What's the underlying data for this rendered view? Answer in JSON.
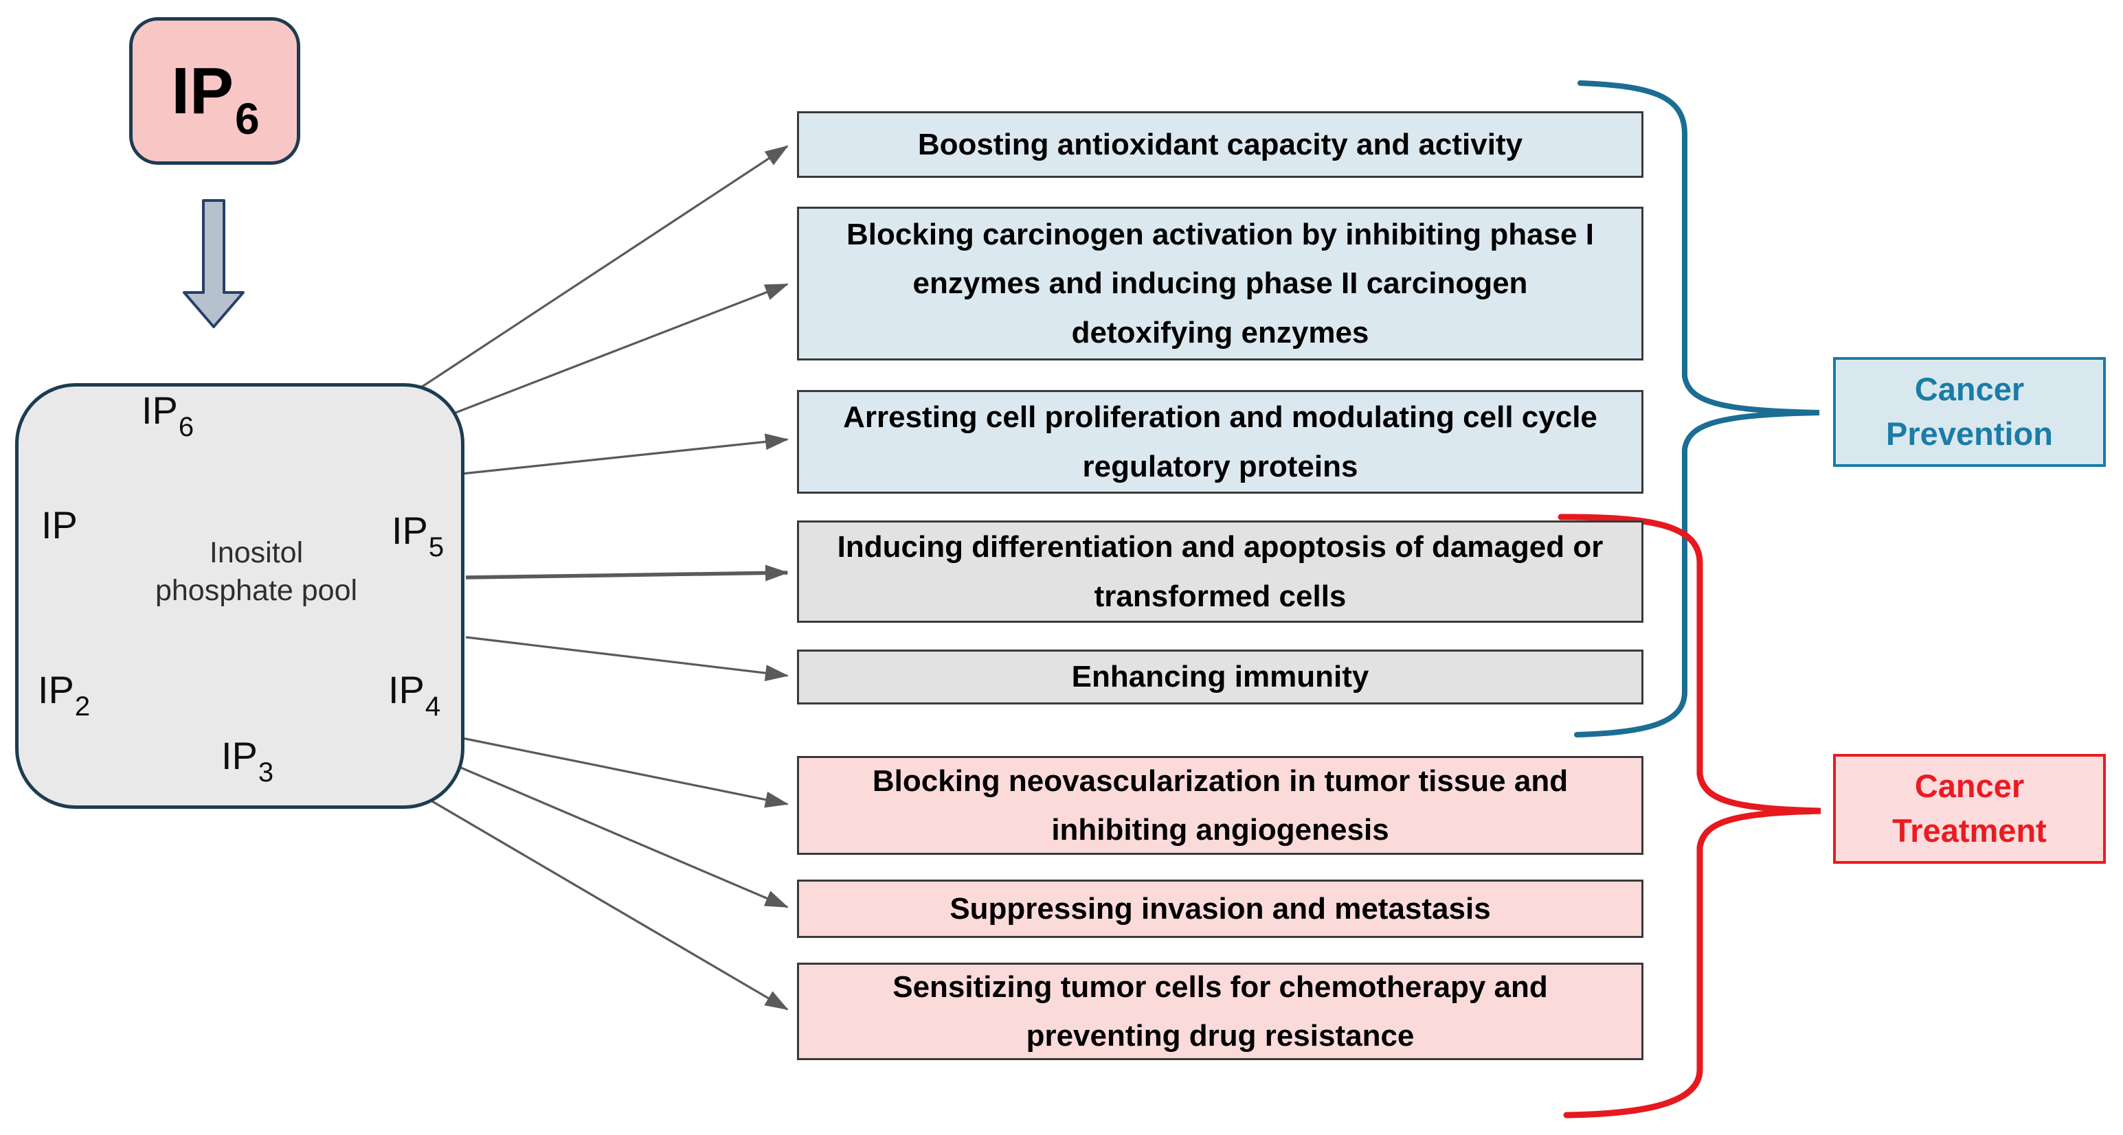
{
  "colors": {
    "prevention_accent": "#1b7ca7",
    "prevention_fill": "#dbe8ef",
    "treatment_accent": "#e8191f",
    "treatment_fill": "#fbdada",
    "neutral_fill": "#e2e2e2",
    "source_fill": "#f9c6c6",
    "pool_fill": "#e9e9e9",
    "dark_border": "#1c3c52",
    "box_border": "#3a3a3a",
    "arrow_gray": "#5a5a5a"
  },
  "source": {
    "base": "IP",
    "sub": "6"
  },
  "pool": {
    "center_label": "Inositol phosphate pool",
    "cycle": [
      {
        "base": "IP",
        "sub": "6"
      },
      {
        "base": "IP",
        "sub": "5"
      },
      {
        "base": "IP",
        "sub": "4"
      },
      {
        "base": "IP",
        "sub": "3"
      },
      {
        "base": "IP",
        "sub": "2"
      },
      {
        "base": "IP",
        "sub": ""
      }
    ]
  },
  "effects": [
    {
      "label": "Boosting antioxidant capacity and activity",
      "category": "prevention"
    },
    {
      "label": "Blocking carcinogen activation by inhibiting phase I enzymes and inducing phase II carcinogen detoxifying enzymes",
      "category": "prevention"
    },
    {
      "label": "Arresting cell proliferation and modulating cell cycle regulatory proteins",
      "category": "prevention"
    },
    {
      "label": "Inducing differentiation and apoptosis of damaged or transformed cells",
      "category": "prevention+treatment"
    },
    {
      "label": "Enhancing immunity",
      "category": "prevention+treatment"
    },
    {
      "label": "Blocking neovascularization in tumor tissue and inhibiting angiogenesis",
      "category": "treatment"
    },
    {
      "label": "Suppressing invasion and metastasis",
      "category": "treatment"
    },
    {
      "label": "Sensitizing tumor cells for chemotherapy and preventing drug resistance",
      "category": "treatment"
    }
  ],
  "categories": [
    {
      "label": "Cancer Prevention"
    },
    {
      "label": "Cancer Treatment"
    }
  ]
}
